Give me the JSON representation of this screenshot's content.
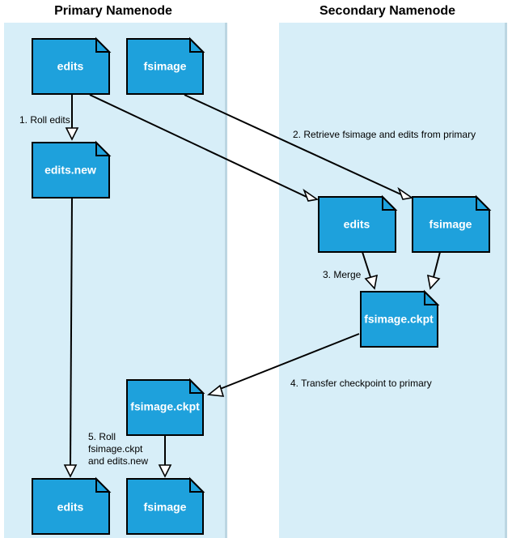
{
  "titles": {
    "primary": "Primary Namenode",
    "secondary": "Secondary Namenode"
  },
  "documents": {
    "primary_edits": "edits",
    "primary_fsimage": "fsimage",
    "primary_edits_new": "edits.new",
    "secondary_edits": "edits",
    "secondary_fsimage": "fsimage",
    "secondary_fsimage_ckpt": "fsimage.ckpt",
    "primary_fsimage_ckpt": "fsimage.ckpt",
    "final_edits": "edits",
    "final_fsimage": "fsimage"
  },
  "steps": {
    "step1": "1. Roll edits",
    "step2": "2. Retrieve fsimage and edits from primary",
    "step3": "3. Merge",
    "step4": "4. Transfer checkpoint to primary",
    "step5_line1": "5. Roll",
    "step5_line2": "fsimage.ckpt",
    "step5_line3": "and edits.new"
  }
}
